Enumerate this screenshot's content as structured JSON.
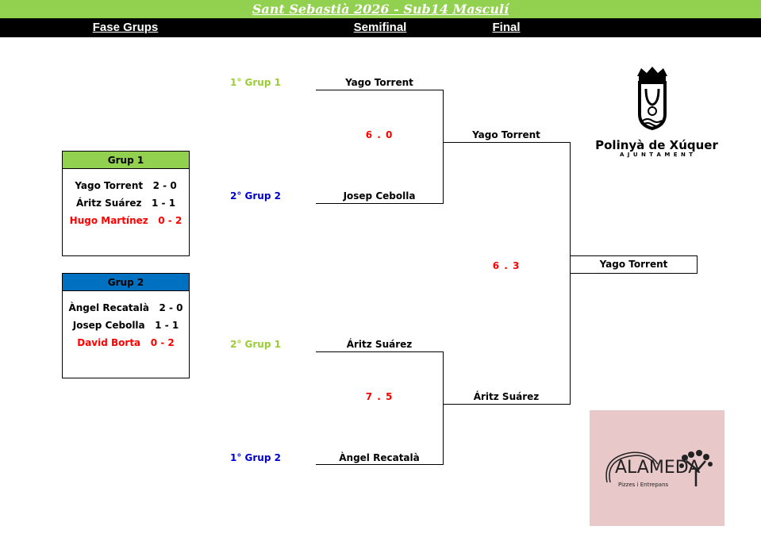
{
  "title": "Sant Sebastià 2026 - Sub14 Masculí",
  "nav": {
    "groups": "Fase Grups",
    "semifinal": "Semifinal",
    "final": "Final"
  },
  "groups": [
    {
      "name": "Grup 1",
      "color": "#92d050",
      "rows": [
        {
          "text": "Yago Torrent   2 - 0"
        },
        {
          "text": "Áritz Suárez   1 - 1"
        },
        {
          "text": "Hugo Martínez   0 - 2"
        }
      ]
    },
    {
      "name": "Grup 2",
      "color": "#0070c0",
      "rows": [
        {
          "text": "Àngel Recatalà   2 - 0"
        },
        {
          "text": "Josep Cebolla   1 - 1"
        },
        {
          "text": "David Borta   0 - 2"
        }
      ]
    }
  ],
  "semis": [
    {
      "seed_top": "1° Grup 1",
      "team_top": "Yago Torrent",
      "seed_bottom": "2° Grup 2",
      "team_bottom": "Josep Cebolla",
      "score": "6 . 0"
    },
    {
      "seed_top": "2° Grup 1",
      "team_top": "Áritz Suárez",
      "seed_bottom": "1° Grup 2",
      "team_bottom": "Àngel Recatalà",
      "score": "7 . 5"
    }
  ],
  "final": {
    "team_top": "Yago Torrent",
    "team_bottom": "Áritz Suárez",
    "score": "6 . 3",
    "winner": "Yago Torrent"
  },
  "logos": {
    "town_name": "Polinyà de Xúquer",
    "town_sub": "A J U N T A M E N T",
    "sponsor_name": "ALAMEDA",
    "sponsor_sub": "Pizzes i Entrepans"
  },
  "colors": {
    "seed_group1": "#9acd32",
    "seed_group2": "#0000cc",
    "loser": "#ff0000",
    "score": "#ff0000"
  }
}
